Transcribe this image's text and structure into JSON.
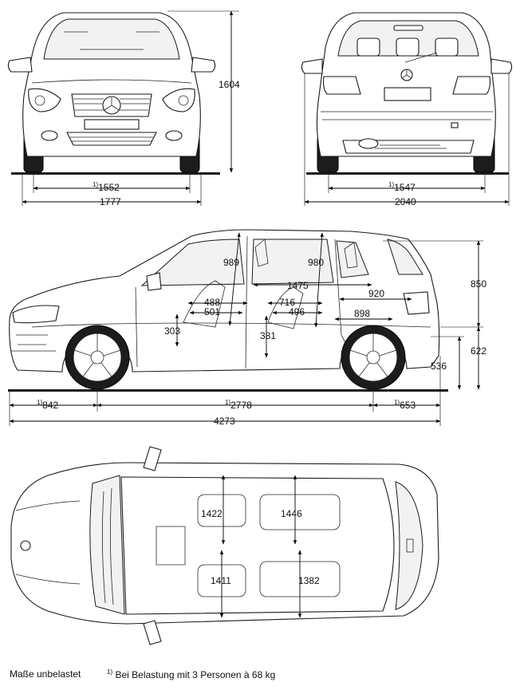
{
  "front_view": {
    "height": "1604",
    "track_footnote": "1)",
    "track": "1552",
    "width": "1777"
  },
  "rear_view": {
    "track_footnote": "1)",
    "track": "1547",
    "width_mirrors": "2040"
  },
  "side_view": {
    "headroom_front": "989",
    "headroom_rear": "980",
    "interior_length": "1475",
    "seat_front_a": "488",
    "seat_front_b": "501",
    "seat_rear_a": "716",
    "seat_rear_b": "496",
    "rear_legroom": "920",
    "load_length": "898",
    "seat_height": "303",
    "floor_depth": "381",
    "roof_to_belt": "850",
    "belt_height": "622",
    "sill_height": "536",
    "front_overhang_footnote": "1)",
    "front_overhang": "842",
    "wheelbase_footnote": "1)",
    "wheelbase": "2778",
    "rear_overhang_footnote": "1)",
    "rear_overhang": "653",
    "length": "4273"
  },
  "top_view": {
    "shoulder_front": "1422",
    "shoulder_rear": "1446",
    "elbow_front": "1411",
    "elbow_rear": "1382"
  },
  "footer": {
    "unladen_note": "Maße unbelastet",
    "footnote_marker": "1)",
    "footnote_text": "Bei Belastung mit 3 Personen à 68 kg"
  }
}
